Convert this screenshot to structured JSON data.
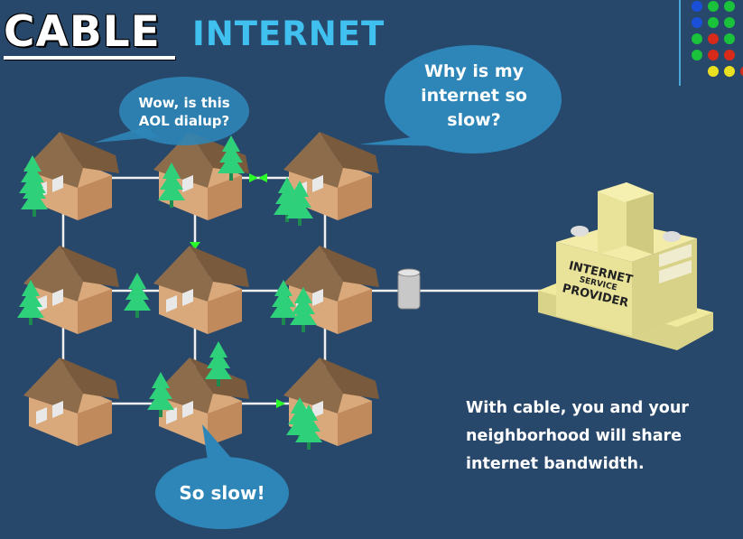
{
  "title": {
    "word1": "CABLE",
    "word2": "INTERNET"
  },
  "bubbles": {
    "aol": {
      "line1": "Wow, is this",
      "line2": "AOL dialup?"
    },
    "slow": {
      "line1": "Why is my",
      "line2": "internet so",
      "line3": "slow?"
    },
    "so_slow": {
      "text": "So slow!"
    }
  },
  "isp": {
    "line1": "INTERNET",
    "line2": "SERVICE",
    "line3": "PROVIDER"
  },
  "caption": {
    "line1": "With cable, you and your",
    "line2": "neighborhood will share",
    "line3": "internet bandwidth."
  },
  "colors": {
    "background": "#28486b",
    "title_accent": "#3fc0ef",
    "bubble": "#2e86b8",
    "house_wall": "#d9a97c",
    "house_roof": "#8a6a4a",
    "tree": "#2fd07a",
    "isp_building": "#e9e39a"
  },
  "decor": {
    "dots": [
      [
        "#1a4fd8",
        "#19c23a",
        "#19c23a"
      ],
      [
        "#1a4fd8",
        "#19c23a",
        "#19c23a"
      ],
      [
        "#19c23a",
        "#d82a1a",
        "#19c23a"
      ],
      [
        "#19c23a",
        "#d82a1a",
        "#d82a1a"
      ],
      [
        "#e8e020",
        "#e8e020",
        "#d82a1a"
      ]
    ]
  }
}
